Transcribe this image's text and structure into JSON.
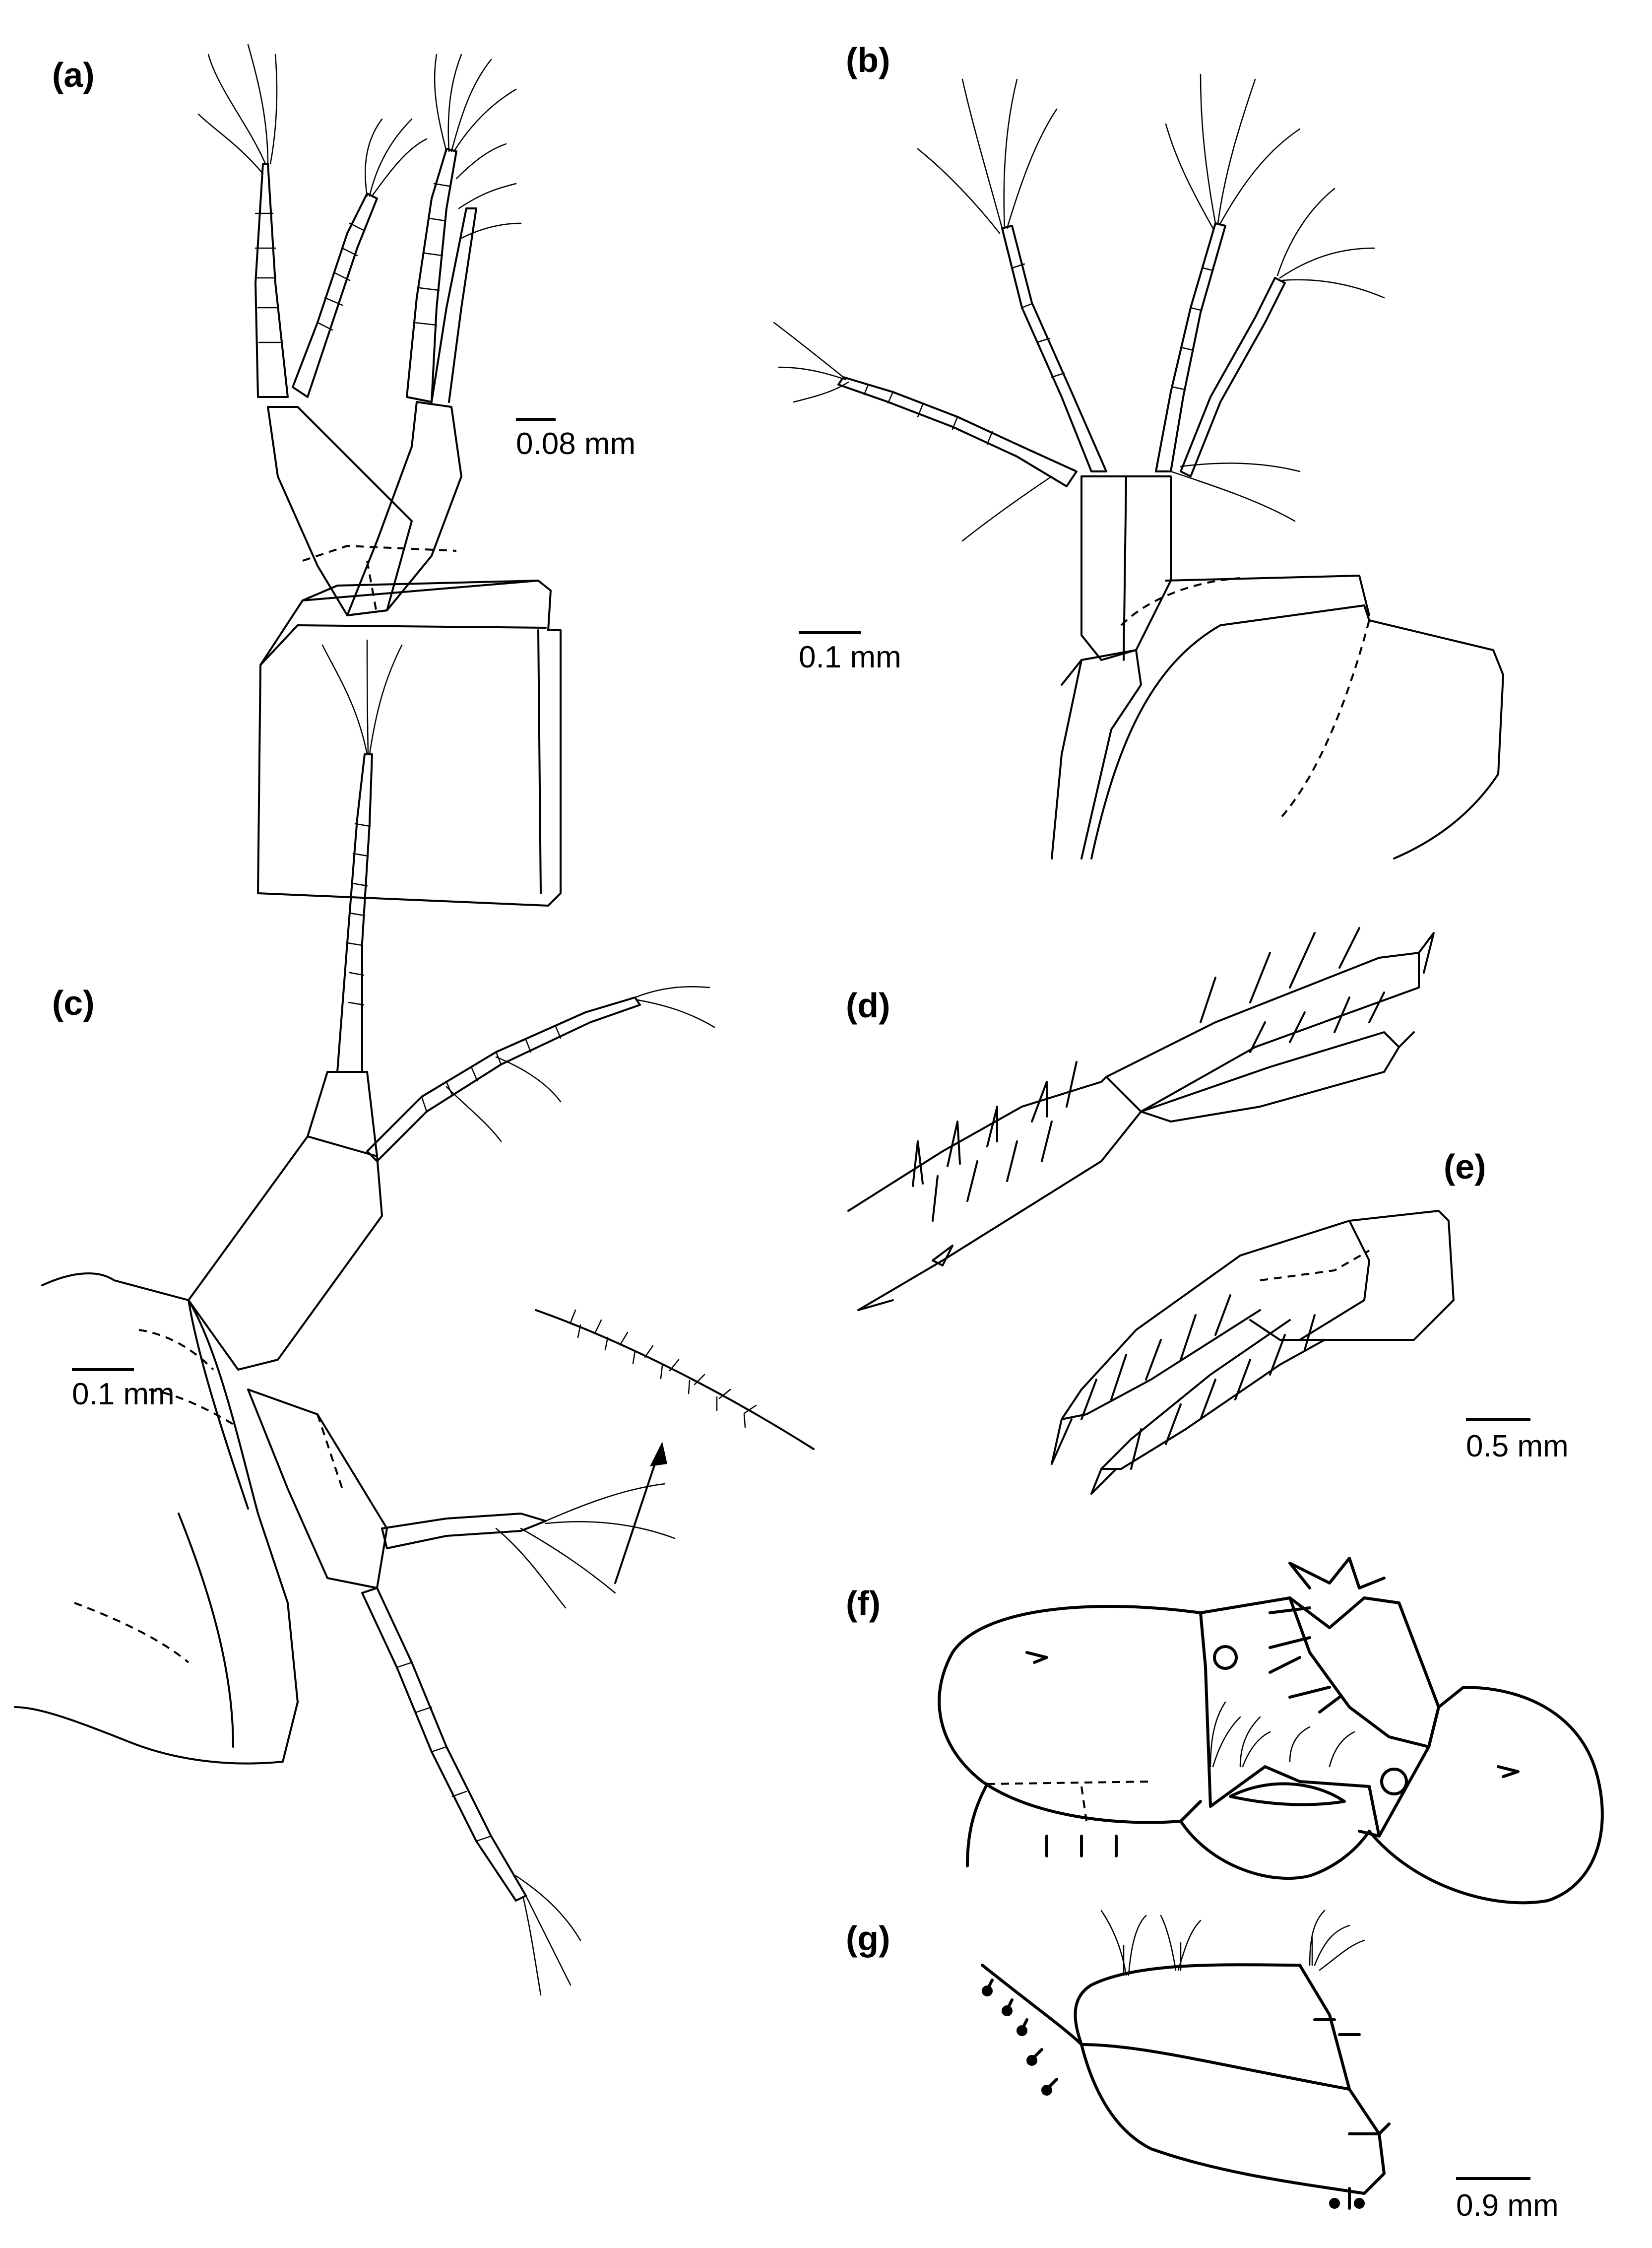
{
  "panels": [
    {
      "id": "a",
      "label": "(a)",
      "scale": "0.08 mm"
    },
    {
      "id": "b",
      "label": "(b)",
      "scale": "0.1 mm"
    },
    {
      "id": "c",
      "label": "(c)",
      "scale": "0.1 mm"
    },
    {
      "id": "d",
      "label": "(d)"
    },
    {
      "id": "e",
      "label": "(e)",
      "scale": "0.5 mm"
    },
    {
      "id": "f",
      "label": "(f)"
    },
    {
      "id": "g",
      "label": "(g)",
      "scale": "0.9 mm"
    }
  ]
}
